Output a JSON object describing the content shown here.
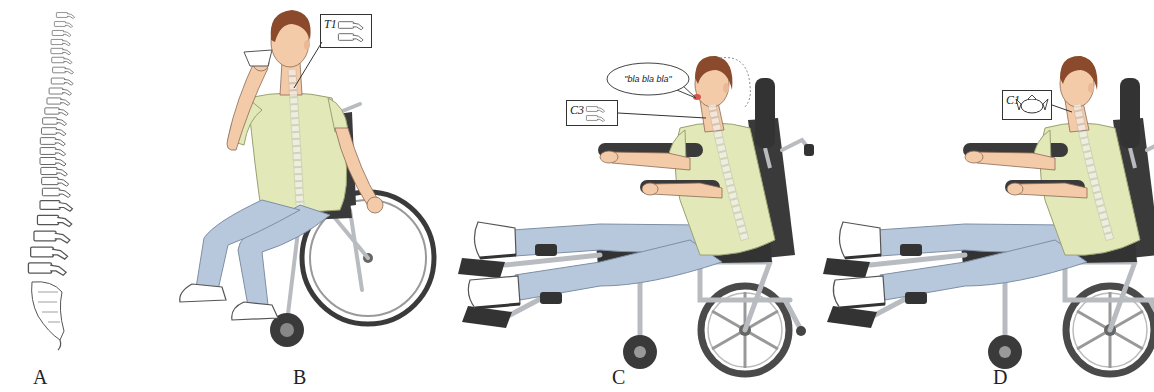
{
  "diagram": {
    "nodes": [
      {
        "text": [
          "T1"
        ]
      },
      {
        "text": [
          "\"bla bla bla\""
        ]
      },
      {
        "text": [
          "C3"
        ]
      },
      {
        "text": [
          "C1"
        ]
      }
    ],
    "labels": [
      "A",
      "B",
      "C",
      "D"
    ]
  }
}
